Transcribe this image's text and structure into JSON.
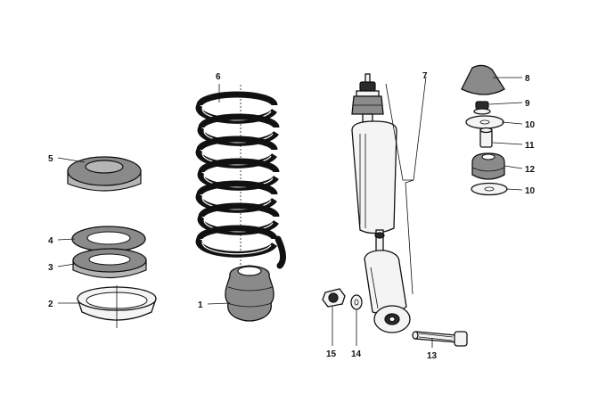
{
  "diagram": {
    "callouts": [
      {
        "id": "1",
        "label": "1"
      },
      {
        "id": "2",
        "label": "2"
      },
      {
        "id": "3",
        "label": "3"
      },
      {
        "id": "4",
        "label": "4"
      },
      {
        "id": "5",
        "label": "5"
      },
      {
        "id": "6",
        "label": "6"
      },
      {
        "id": "7",
        "label": "7"
      },
      {
        "id": "8",
        "label": "8"
      },
      {
        "id": "9",
        "label": "9"
      },
      {
        "id": "10a",
        "label": "10"
      },
      {
        "id": "10b",
        "label": "10"
      },
      {
        "id": "11",
        "label": "11"
      },
      {
        "id": "12",
        "label": "12"
      },
      {
        "id": "13",
        "label": "13"
      },
      {
        "id": "14",
        "label": "14"
      },
      {
        "id": "15",
        "label": "15"
      }
    ]
  }
}
